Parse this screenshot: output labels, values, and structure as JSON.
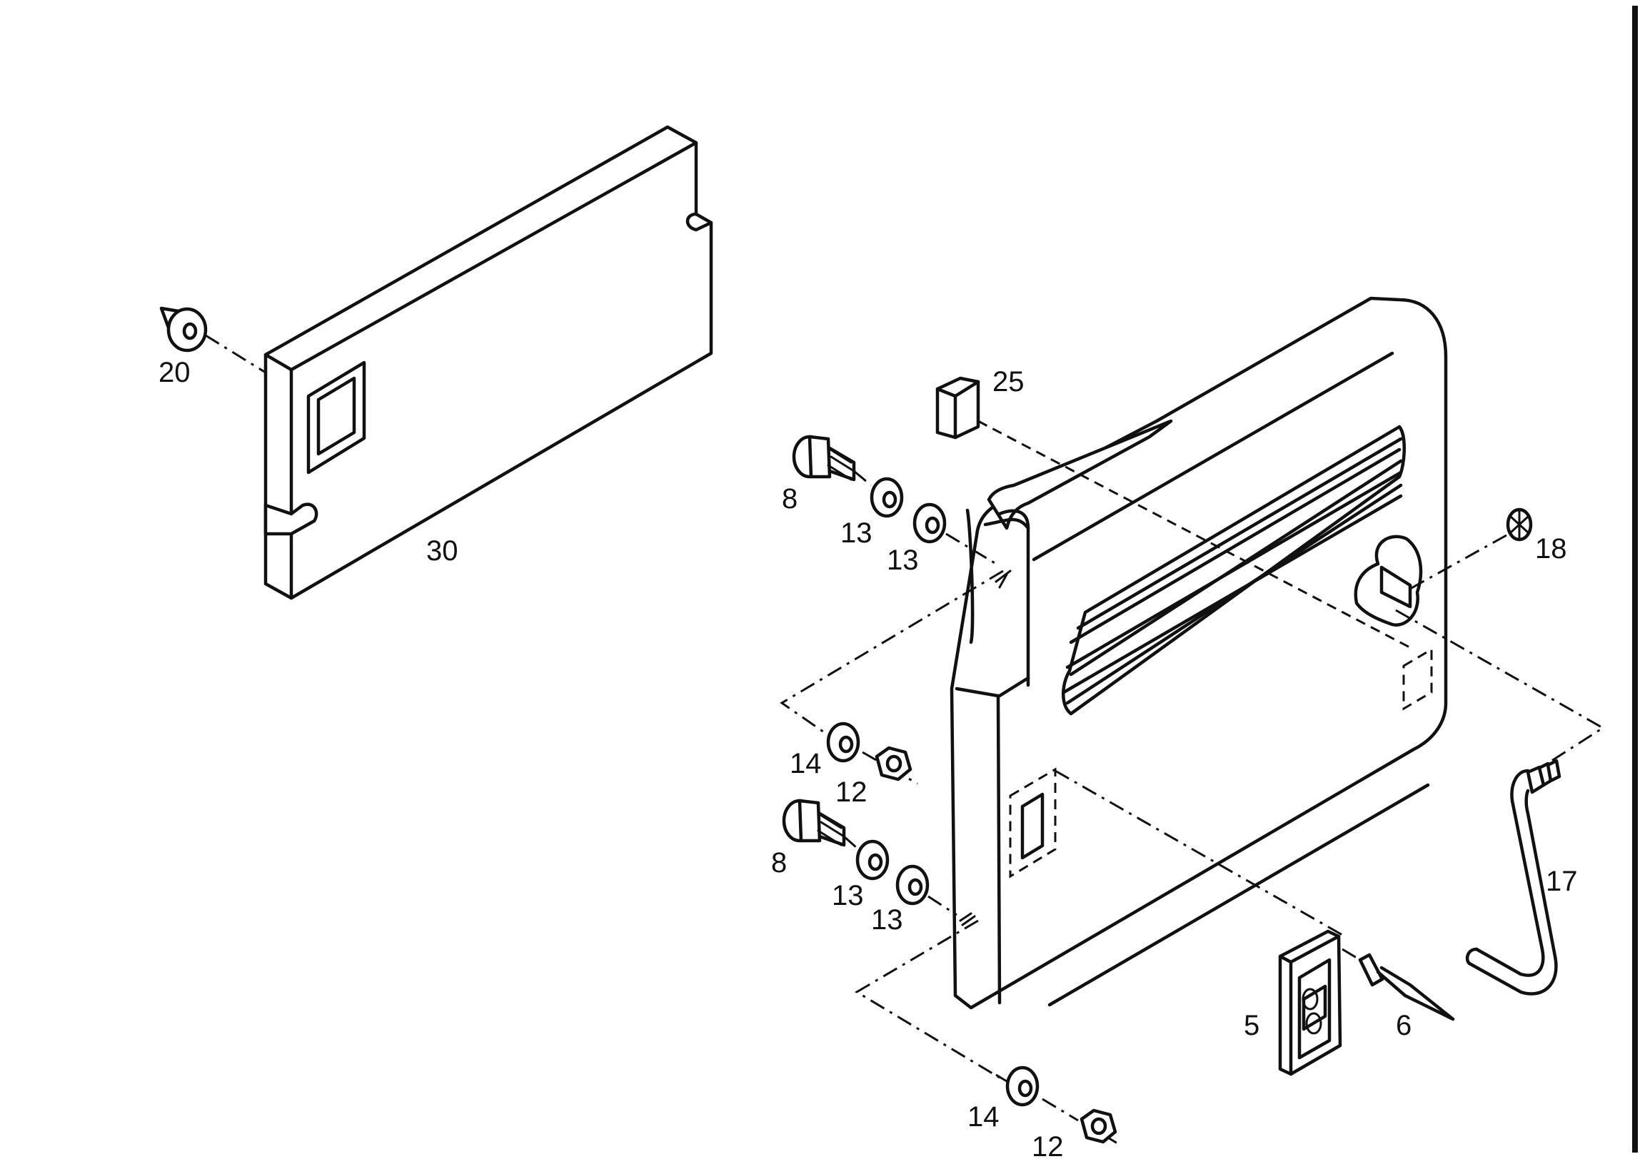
{
  "callouts": {
    "c20": "20",
    "c30": "30",
    "c25": "25",
    "c8a": "8",
    "c13a": "13",
    "c13b": "13",
    "c18": "18",
    "c14a": "14",
    "c12a": "12",
    "c8b": "8",
    "c13c": "13",
    "c13d": "13",
    "c17": "17",
    "c5": "5",
    "c6": "6",
    "c14b": "14",
    "c12b": "12"
  },
  "colors": {
    "ink": "#111111",
    "paper": "#ffffff"
  }
}
